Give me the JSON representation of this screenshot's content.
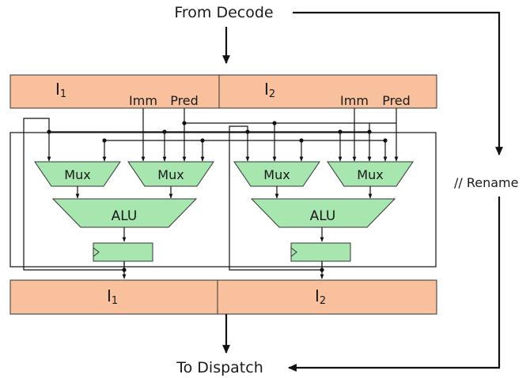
{
  "top": {
    "label": "From Decode"
  },
  "side": {
    "label": "// Rename"
  },
  "bottom": {
    "label": "To Dispatch"
  },
  "input_register": {
    "lanes": [
      {
        "name": "I",
        "sub": "1",
        "imm": "Imm",
        "pred": "Pred"
      },
      {
        "name": "I",
        "sub": "2",
        "imm": "Imm",
        "pred": "Pred"
      }
    ]
  },
  "units": {
    "mux": [
      "Mux",
      "Mux",
      "Mux",
      "Mux"
    ],
    "alu": [
      "ALU",
      "ALU"
    ]
  },
  "output_register": {
    "lanes": [
      {
        "name": "I",
        "sub": "1"
      },
      {
        "name": "I",
        "sub": "2"
      }
    ]
  },
  "colors": {
    "register": "#f8c09c",
    "functional_unit": "#a8e6b0",
    "wire": "#111111"
  }
}
